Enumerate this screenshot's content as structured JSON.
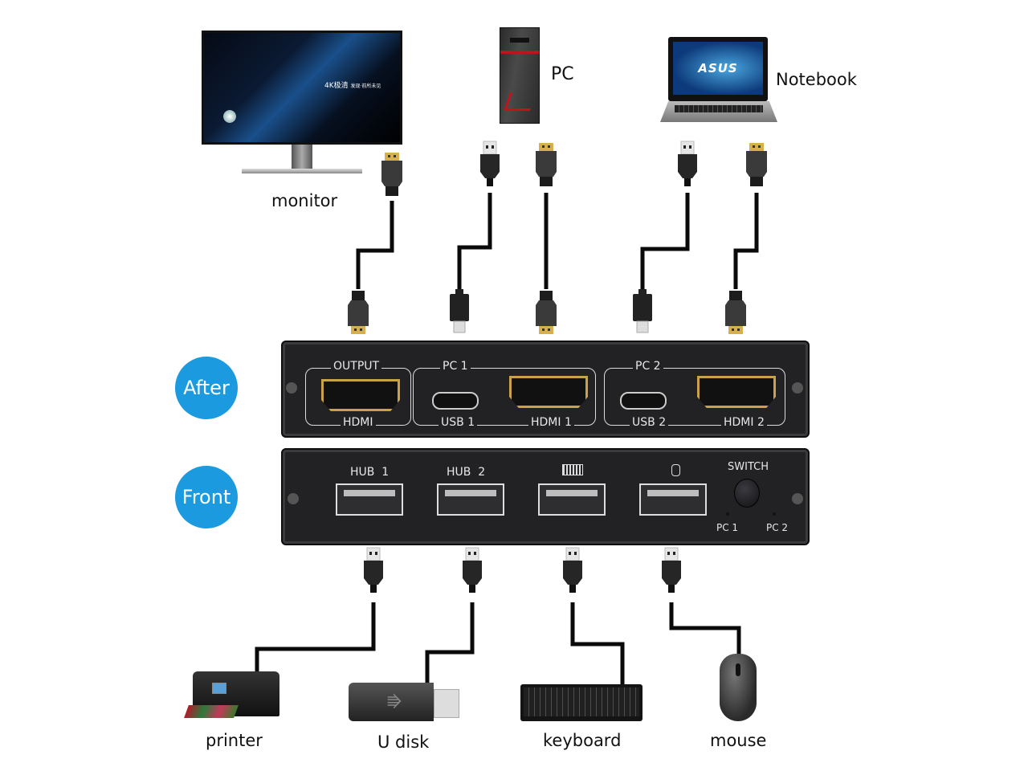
{
  "devices_top": {
    "monitor": "monitor",
    "pc": "PC",
    "notebook": "Notebook",
    "monitor_screen_text": "4K极清",
    "monitor_screen_subtext": "发现·前所未见",
    "brand": "ASUS"
  },
  "badges": {
    "after": "After",
    "front": "Front"
  },
  "rear_panel": {
    "output_group": "OUTPUT",
    "output_port": "HDMI",
    "pc1_group": "PC 1",
    "pc1_usb": "USB 1",
    "pc1_hdmi": "HDMI 1",
    "pc2_group": "PC 2",
    "pc2_usb": "USB 2",
    "pc2_hdmi": "HDMI 2"
  },
  "front_panel": {
    "hub1": "HUB  1",
    "hub2": "HUB  2",
    "keyboard_port_icon": "keyboard-icon",
    "mouse_port_icon": "mouse-icon",
    "switch": "SWITCH",
    "led_pc1": "PC 1",
    "led_pc2": "PC 2"
  },
  "devices_bottom": {
    "printer": "printer",
    "udisk": "U disk",
    "keyboard": "keyboard",
    "mouse": "mouse"
  },
  "colors": {
    "badge": "#1c9ae0",
    "panel": "#222224",
    "gold": "#c9a24a",
    "cable": "#0a0a0a"
  }
}
